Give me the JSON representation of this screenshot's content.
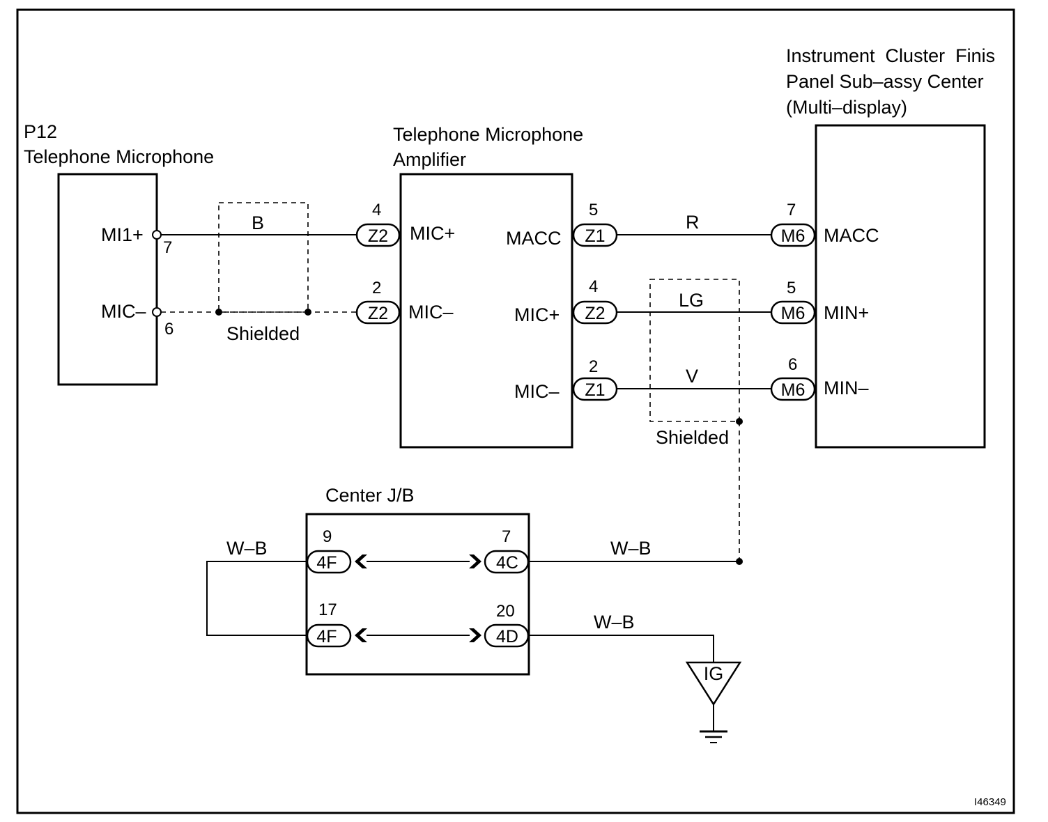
{
  "components": {
    "microphone": {
      "code": "P12",
      "name": "Telephone Microphone",
      "pins": {
        "mi1p": "MI1+",
        "micm": "MIC–"
      }
    },
    "amplifier": {
      "name_line1": "Telephone Microphone",
      "name_line2": "Amplifier",
      "pins": {
        "micp_in": "MIC+",
        "micm_in": "MIC–",
        "macc": "MACC",
        "micp_out": "MIC+",
        "micm_out": "MIC–"
      }
    },
    "display": {
      "name_line1": "Instrument  Cluster  Finis",
      "name_line2": "Panel Sub–assy Center",
      "name_line3": "(Multi–display)",
      "pins": {
        "macc": "MACC",
        "minp": "MIN+",
        "minm": "MIN–"
      }
    },
    "junction_block": {
      "name": "Center J/B"
    }
  },
  "pin_numbers": {
    "mic_7": "7",
    "mic_6": "6",
    "amp_z2_4": "4",
    "amp_z2_2": "2",
    "amp_z1_5": "5",
    "amp_z2_4_out": "4",
    "amp_z1_2": "2",
    "disp_m6_7": "7",
    "disp_m6_5": "5",
    "disp_m6_6": "6",
    "jb_4f_9": "9",
    "jb_4f_17": "17",
    "jb_4c_7": "7",
    "jb_4d_20": "20"
  },
  "connectors": {
    "z2_a": "Z2",
    "z2_b": "Z2",
    "z1_a": "Z1",
    "z2_c": "Z2",
    "z1_b": "Z1",
    "m6_a": "M6",
    "m6_b": "M6",
    "m6_c": "M6",
    "f4_a": "4F",
    "f4_b": "4F",
    "c4": "4C",
    "d4": "4D"
  },
  "wire_colors": {
    "mic_b": "B",
    "macc_r": "R",
    "min_lg": "LG",
    "min_v": "V",
    "wb_left": "W–B",
    "wb_4c": "W–B",
    "wb_4d": "W–B"
  },
  "shield_labels": {
    "left": "Shielded",
    "right": "Shielded"
  },
  "ground": {
    "label": "IG"
  },
  "figure_id": "I46349"
}
